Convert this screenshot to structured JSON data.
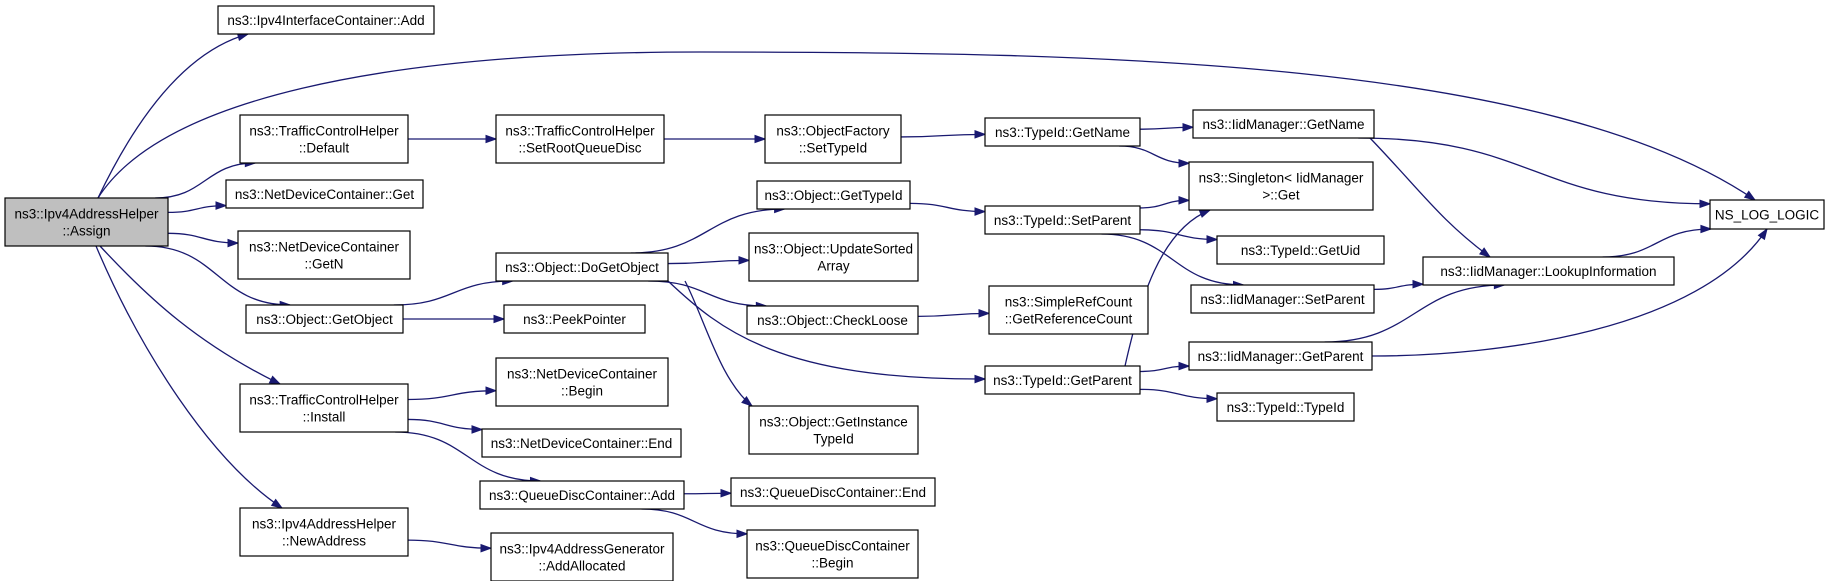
{
  "nodes": [
    {
      "id": "ipv4_assign",
      "lines": [
        "ns3::Ipv4AddressHelper",
        "::Assign"
      ],
      "root": true
    },
    {
      "id": "ipv4ic_add",
      "lines": [
        "ns3::Ipv4InterfaceContainer::Add"
      ]
    },
    {
      "id": "tch_default",
      "lines": [
        "ns3::TrafficControlHelper",
        "::Default"
      ]
    },
    {
      "id": "ndc_get",
      "lines": [
        "ns3::NetDeviceContainer::Get"
      ]
    },
    {
      "id": "ndc_getn",
      "lines": [
        "ns3::NetDeviceContainer",
        "::GetN"
      ]
    },
    {
      "id": "obj_getobject",
      "lines": [
        "ns3::Object::GetObject"
      ]
    },
    {
      "id": "tch_install",
      "lines": [
        "ns3::TrafficControlHelper",
        "::Install"
      ]
    },
    {
      "id": "ipv4_newaddress",
      "lines": [
        "ns3::Ipv4AddressHelper",
        "::NewAddress"
      ]
    },
    {
      "id": "tch_setroot",
      "lines": [
        "ns3::TrafficControlHelper",
        "::SetRootQueueDisc"
      ]
    },
    {
      "id": "obj_dogetobject",
      "lines": [
        "ns3::Object::DoGetObject"
      ]
    },
    {
      "id": "peekpointer",
      "lines": [
        "ns3::PeekPointer"
      ]
    },
    {
      "id": "ndc_begin",
      "lines": [
        "ns3::NetDeviceContainer",
        "::Begin"
      ]
    },
    {
      "id": "ndc_end",
      "lines": [
        "ns3::NetDeviceContainer::End"
      ]
    },
    {
      "id": "qdc_add",
      "lines": [
        "ns3::QueueDiscContainer::Add"
      ]
    },
    {
      "id": "ipv4gen_addalloc",
      "lines": [
        "ns3::Ipv4AddressGenerator",
        "::AddAllocated"
      ]
    },
    {
      "id": "of_settypeid",
      "lines": [
        "ns3::ObjectFactory",
        "::SetTypeId"
      ]
    },
    {
      "id": "obj_gettypeid",
      "lines": [
        "ns3::Object::GetTypeId"
      ]
    },
    {
      "id": "obj_updatesorted",
      "lines": [
        "ns3::Object::UpdateSorted",
        "Array"
      ]
    },
    {
      "id": "obj_checkloose",
      "lines": [
        "ns3::Object::CheckLoose"
      ]
    },
    {
      "id": "obj_getinstance",
      "lines": [
        "ns3::Object::GetInstance",
        "TypeId"
      ]
    },
    {
      "id": "qdc_end",
      "lines": [
        "ns3::QueueDiscContainer::End"
      ]
    },
    {
      "id": "qdc_begin",
      "lines": [
        "ns3::QueueDiscContainer",
        "::Begin"
      ]
    },
    {
      "id": "typeid_getname",
      "lines": [
        "ns3::TypeId::GetName"
      ]
    },
    {
      "id": "typeid_setparent",
      "lines": [
        "ns3::TypeId::SetParent"
      ]
    },
    {
      "id": "src_getrefcount",
      "lines": [
        "ns3::SimpleRefCount",
        "::GetReferenceCount"
      ]
    },
    {
      "id": "typeid_getparent",
      "lines": [
        "ns3::TypeId::GetParent"
      ]
    },
    {
      "id": "iidm_getname",
      "lines": [
        "ns3::IidManager::GetName"
      ]
    },
    {
      "id": "singleton_get",
      "lines": [
        "ns3::Singleton< IidManager",
        ">::Get"
      ]
    },
    {
      "id": "typeid_getuid",
      "lines": [
        "ns3::TypeId::GetUid"
      ]
    },
    {
      "id": "iidm_setparent",
      "lines": [
        "ns3::IidManager::SetParent"
      ]
    },
    {
      "id": "iidm_getparent",
      "lines": [
        "ns3::IidManager::GetParent"
      ]
    },
    {
      "id": "typeid_typeid",
      "lines": [
        "ns3::TypeId::TypeId"
      ]
    },
    {
      "id": "iidm_lookup",
      "lines": [
        "ns3::IidManager::LookupInformation"
      ]
    },
    {
      "id": "ns_log_logic",
      "lines": [
        "NS_LOG_LOGIC"
      ]
    }
  ],
  "edges": [
    [
      "ipv4_assign",
      "ipv4ic_add"
    ],
    [
      "ipv4_assign",
      "ns_log_logic"
    ],
    [
      "ipv4_assign",
      "tch_default"
    ],
    [
      "ipv4_assign",
      "ndc_get"
    ],
    [
      "ipv4_assign",
      "ndc_getn"
    ],
    [
      "ipv4_assign",
      "obj_getobject"
    ],
    [
      "ipv4_assign",
      "tch_install"
    ],
    [
      "ipv4_assign",
      "ipv4_newaddress"
    ],
    [
      "tch_default",
      "tch_setroot"
    ],
    [
      "tch_setroot",
      "of_settypeid"
    ],
    [
      "of_settypeid",
      "typeid_getname"
    ],
    [
      "typeid_getname",
      "iidm_getname"
    ],
    [
      "typeid_getname",
      "singleton_get"
    ],
    [
      "iidm_getname",
      "ns_log_logic"
    ],
    [
      "iidm_getname",
      "iidm_lookup"
    ],
    [
      "obj_getobject",
      "obj_dogetobject"
    ],
    [
      "obj_getobject",
      "peekpointer"
    ],
    [
      "obj_dogetobject",
      "obj_gettypeid"
    ],
    [
      "obj_dogetobject",
      "obj_updatesorted"
    ],
    [
      "obj_dogetobject",
      "obj_checkloose"
    ],
    [
      "obj_dogetobject",
      "obj_getinstance"
    ],
    [
      "obj_dogetobject",
      "typeid_getparent"
    ],
    [
      "obj_gettypeid",
      "typeid_setparent"
    ],
    [
      "obj_checkloose",
      "src_getrefcount"
    ],
    [
      "typeid_setparent",
      "singleton_get"
    ],
    [
      "typeid_setparent",
      "typeid_getuid"
    ],
    [
      "typeid_setparent",
      "iidm_setparent"
    ],
    [
      "iidm_setparent",
      "iidm_lookup"
    ],
    [
      "typeid_getparent",
      "singleton_get"
    ],
    [
      "typeid_getparent",
      "iidm_getparent"
    ],
    [
      "typeid_getparent",
      "typeid_typeid"
    ],
    [
      "iidm_getparent",
      "iidm_lookup"
    ],
    [
      "iidm_getparent",
      "ns_log_logic"
    ],
    [
      "iidm_lookup",
      "ns_log_logic"
    ],
    [
      "tch_install",
      "ndc_begin"
    ],
    [
      "tch_install",
      "ndc_end"
    ],
    [
      "tch_install",
      "qdc_add"
    ],
    [
      "qdc_add",
      "qdc_end"
    ],
    [
      "qdc_add",
      "qdc_begin"
    ],
    [
      "ipv4_newaddress",
      "ipv4gen_addalloc"
    ]
  ]
}
